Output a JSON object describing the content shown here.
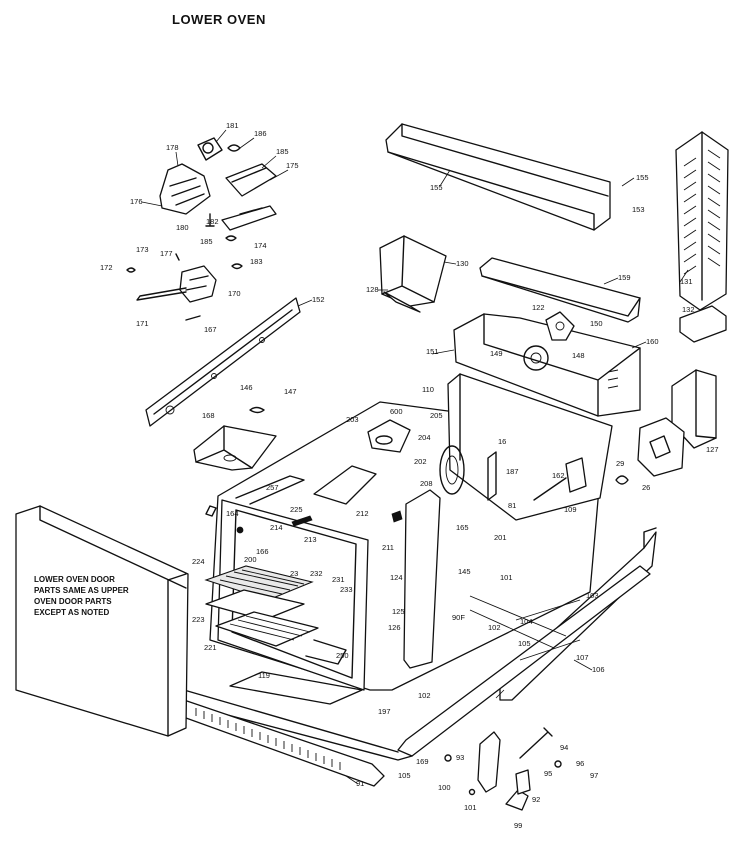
{
  "diagram": {
    "title": "LOWER OVEN",
    "door_note": [
      "LOWER OVEN DOOR",
      "PARTS SAME AS UPPER",
      "OVEN DOOR PARTS",
      "EXCEPT AS NOTED"
    ],
    "part_labels": [
      "181",
      "186",
      "178",
      "185",
      "175",
      "176",
      "180",
      "182",
      "185",
      "174",
      "173",
      "177",
      "172",
      "183",
      "170",
      "171",
      "167",
      "152",
      "155",
      "155",
      "153",
      "131",
      "132",
      "130",
      "128",
      "159",
      "122",
      "160",
      "151",
      "149",
      "148",
      "150",
      "146",
      "147",
      "168",
      "110",
      "600",
      "205",
      "202",
      "204",
      "16",
      "187",
      "162",
      "29",
      "127",
      "26",
      "203",
      "208",
      "257",
      "225",
      "212",
      "164",
      "214",
      "213",
      "166",
      "200",
      "211",
      "224",
      "23",
      "232",
      "231",
      "233",
      "223",
      "221",
      "250",
      "119",
      "165",
      "81",
      "201",
      "109",
      "124",
      "125",
      "126",
      "145",
      "101",
      "90F",
      "102",
      "104",
      "105",
      "103",
      "107",
      "106",
      "102",
      "197",
      "169",
      "93",
      "94",
      "96",
      "95",
      "97",
      "100",
      "101",
      "92",
      "99",
      "105",
      "91"
    ]
  }
}
